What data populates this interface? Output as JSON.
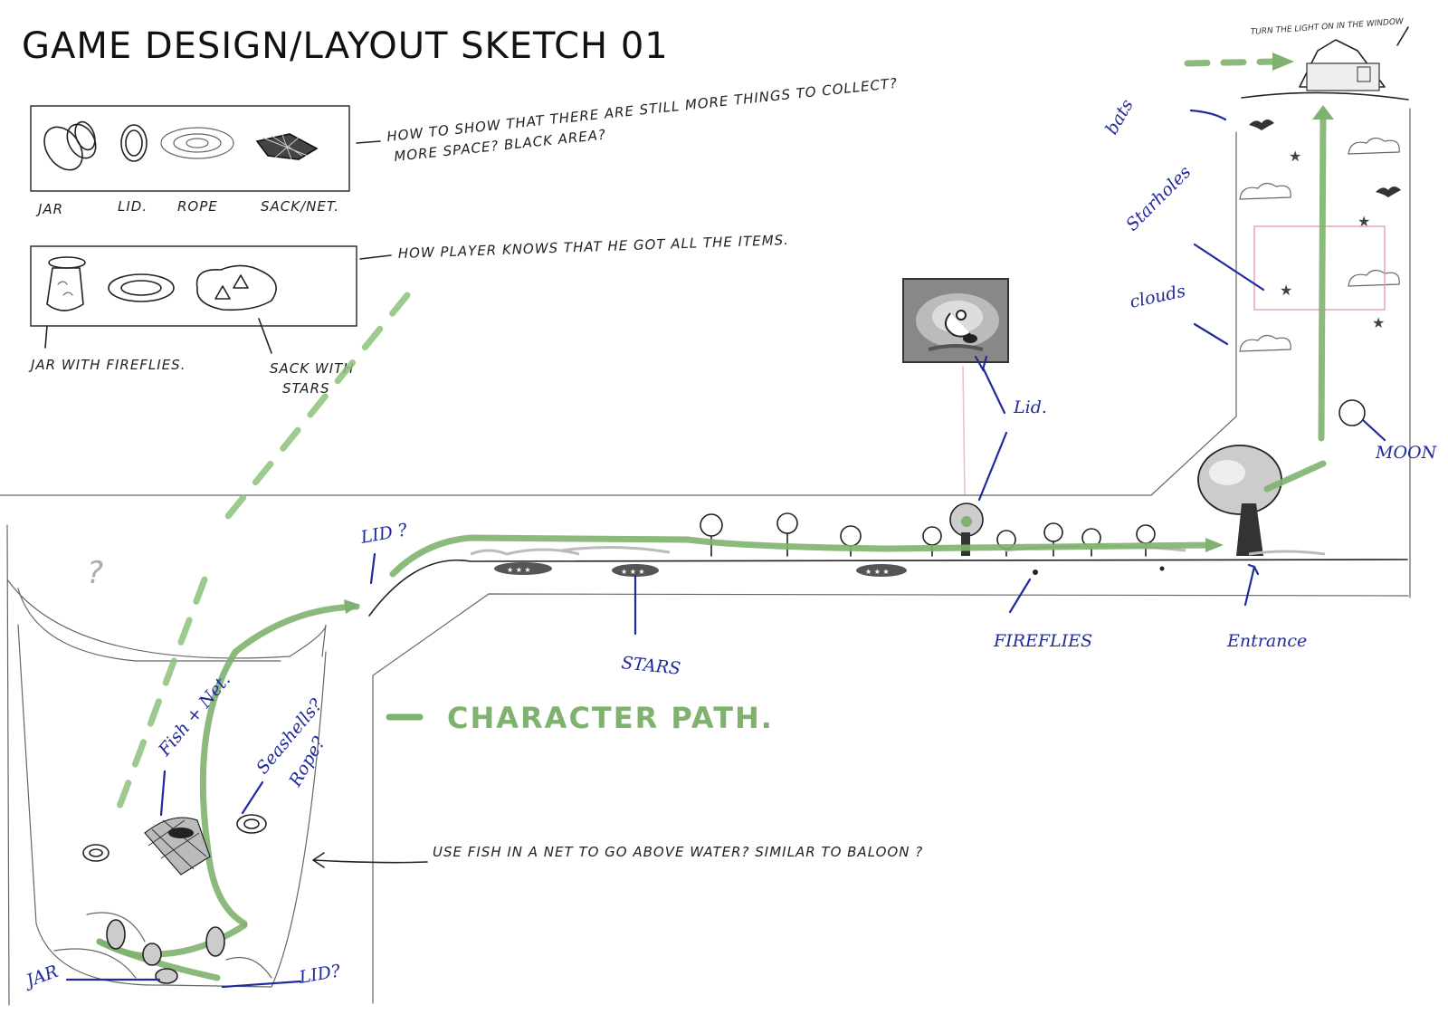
{
  "title": "GAME DESIGN/LAYOUT SKETCH 01",
  "items_panel": {
    "labels": [
      "JAR",
      "LID.",
      "ROPE",
      "SACK/NET."
    ],
    "note_line1": "HOW TO SHOW THAT THERE ARE STILL   MORE THINGS  TO COLLECT?",
    "note_line2": "MORE SPACE? BLACK AREA?"
  },
  "complete_panel": {
    "label_jar": "JAR WITH FIREFLIES.",
    "label_sack_1": "SACK  WITH",
    "label_sack_2": "STARS",
    "note": "HOW  PLAYER KNOWS THAT  HE GOT   ALL THE  ITEMS."
  },
  "top_right": {
    "house_note": "TURN THE LIGHT ON IN THE WINDOW",
    "labels": [
      "bats",
      "Starholes",
      "clouds",
      "MOON"
    ]
  },
  "mid_labels": {
    "lid_box": "Lid.",
    "lid_q": "LID ?",
    "stars": "STARS",
    "fireflies": "FIREFLIES",
    "entrance": "Entrance"
  },
  "legend": {
    "character_path": "CHARACTER  PATH."
  },
  "water": {
    "question": "?",
    "fish_net": "Fish + Net.",
    "seashells_1": "Seashells?",
    "seashells_2": "Rope?",
    "jar": "JAR",
    "lid": "LID?"
  },
  "bottom_note": "USE FISH  IN   A NET  TO  GO  ABOVE  WATER?  SIMILAR  TO  BALOON ?",
  "colors": {
    "path_green": "#7fb26f",
    "annotation_blue": "#1f2a9c",
    "pencil": "#222222"
  }
}
